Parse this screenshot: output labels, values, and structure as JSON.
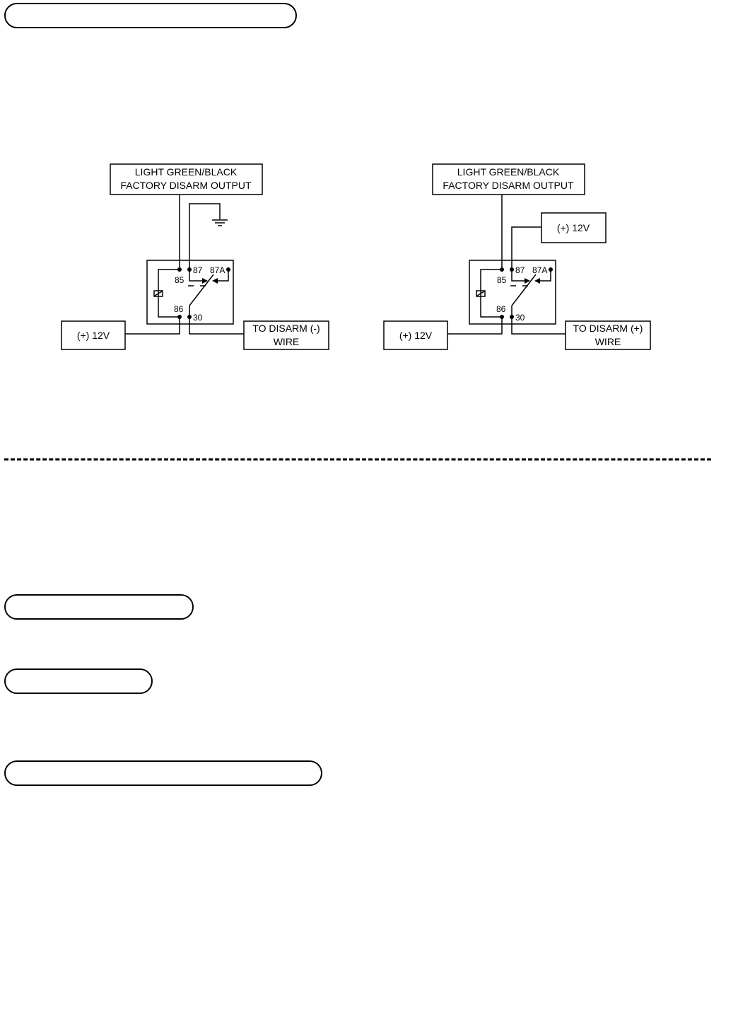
{
  "colors": {
    "ink": "#000000",
    "paper": "#ffffff"
  },
  "left_diagram": {
    "source_box": {
      "line1": "LIGHT GREEN/BLACK",
      "line2": "FACTORY DISARM OUTPUT"
    },
    "power_box": "(+) 12V",
    "target_box": {
      "line1": "TO DISARM (-)",
      "line2": "WIRE"
    },
    "pins": {
      "p85": "85",
      "p86": "86",
      "p87": "87",
      "p87a": "87A",
      "p30": "30"
    },
    "ground_symbol": "ground-icon"
  },
  "right_diagram": {
    "source_box": {
      "line1": "LIGHT GREEN/BLACK",
      "line2": "FACTORY DISARM OUTPUT"
    },
    "aux_power_box": "(+) 12V",
    "power_box": "(+) 12V",
    "target_box": {
      "line1": "TO DISARM (+)",
      "line2": "WIRE"
    },
    "pins": {
      "p85": "85",
      "p86": "86",
      "p87": "87",
      "p87a": "87A",
      "p30": "30"
    }
  }
}
